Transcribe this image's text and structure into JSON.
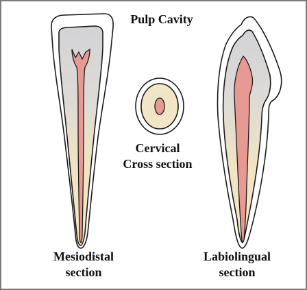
{
  "title": "Pulp Cavity",
  "labels": {
    "left_line1": "Mesiodistal",
    "left_line2": "section",
    "middle_line1": "Cervical",
    "middle_line2": "Cross section",
    "right_line1": "Labiolingual",
    "right_line2": "section"
  },
  "colors": {
    "frame": "#7a7a7a",
    "outline": "#1a1a1a",
    "enamel": "#ffffff",
    "dentin_top": "#d6d6d8",
    "dentin_bottom": "#f4e4bf",
    "pulp": "#e79a93"
  }
}
